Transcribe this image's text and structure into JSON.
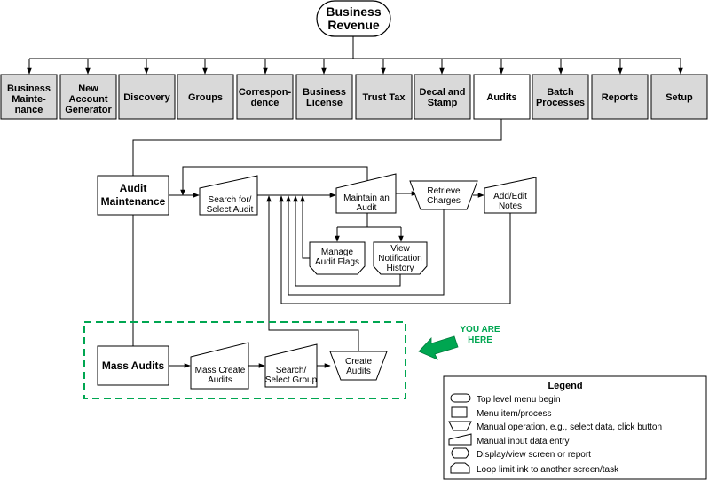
{
  "root": {
    "lines": [
      "Business",
      "Revenue"
    ]
  },
  "menu": [
    {
      "id": "business-maintenance",
      "lines": [
        "Business",
        "Mainte-",
        "nance"
      ],
      "highlight": false
    },
    {
      "id": "new-account-generator",
      "lines": [
        "New",
        "Account",
        "Generator"
      ],
      "highlight": false
    },
    {
      "id": "discovery",
      "lines": [
        "Discovery"
      ],
      "highlight": false
    },
    {
      "id": "groups",
      "lines": [
        "Groups"
      ],
      "highlight": false
    },
    {
      "id": "correspondence",
      "lines": [
        "Correspon-",
        "dence"
      ],
      "highlight": false
    },
    {
      "id": "business-license",
      "lines": [
        "Business",
        "License"
      ],
      "highlight": false
    },
    {
      "id": "trust-tax",
      "lines": [
        "Trust Tax"
      ],
      "highlight": false
    },
    {
      "id": "decal-and-stamp",
      "lines": [
        "Decal and",
        "Stamp"
      ],
      "highlight": false
    },
    {
      "id": "audits",
      "lines": [
        "Audits"
      ],
      "highlight": true
    },
    {
      "id": "batch-processes",
      "lines": [
        "Batch",
        "Processes"
      ],
      "highlight": false
    },
    {
      "id": "reports",
      "lines": [
        "Reports"
      ],
      "highlight": false
    },
    {
      "id": "setup",
      "lines": [
        "Setup"
      ],
      "highlight": false
    }
  ],
  "flow": {
    "audit_maintenance": [
      "Audit",
      "Maintenance"
    ],
    "search_select_audit": [
      "Search for/",
      "Select Audit"
    ],
    "maintain_audit": [
      "Maintain an",
      "Audit"
    ],
    "retrieve_charges": [
      "Retrieve",
      "Charges"
    ],
    "add_edit_notes": [
      "Add/Edit",
      "Notes"
    ],
    "manage_audit_flags": [
      "Manage",
      "Audit Flags"
    ],
    "view_notification_history": [
      "View",
      "Notification",
      "History"
    ],
    "mass_audits": [
      "Mass Audits"
    ],
    "mass_create_audits": [
      "Mass Create",
      "Audits"
    ],
    "search_select_group": [
      "Search/",
      "Select Group"
    ],
    "create_audits": [
      "Create",
      "Audits"
    ]
  },
  "you_are_here": [
    "YOU ARE",
    "HERE"
  ],
  "colors": {
    "menu_fill": "#d9d9d9",
    "highlight_fill": "#ffffff",
    "you_are_here": "#00a651"
  },
  "legend": {
    "title": "Legend",
    "items": [
      {
        "icon": "terminator-icon",
        "label": "Top level menu begin"
      },
      {
        "icon": "process-icon",
        "label": "Menu item/process"
      },
      {
        "icon": "manual-operation-icon",
        "label": "Manual operation, e.g., select data, click button"
      },
      {
        "icon": "manual-input-icon",
        "label": "Manual input data entry"
      },
      {
        "icon": "display-icon",
        "label": "Display/view screen or report"
      },
      {
        "icon": "loop-limit-icon",
        "label": "Loop limit ink to another screen/task"
      }
    ]
  }
}
